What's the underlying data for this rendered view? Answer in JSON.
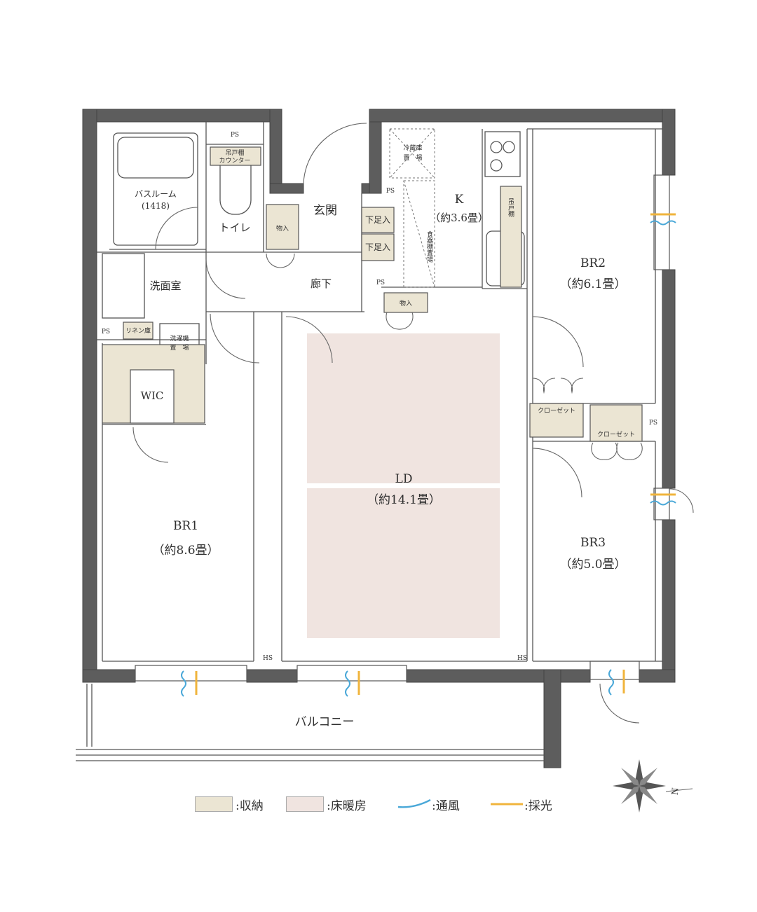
{
  "rooms": {
    "bathroom": "バスルーム",
    "bathroom_size": "(1418)",
    "toilet": "トイレ",
    "ps": "PS",
    "hanging_counter_1": "吊戸棚",
    "hanging_counter_2": "カウンター",
    "storage": "物入",
    "entrance": "玄関",
    "shoe_box": "下足入",
    "corridor": "廊下",
    "washroom": "洗面室",
    "linen": "リネン庫",
    "washer_1": "洗濯機",
    "washer_2": "置　場",
    "wic": "WIC",
    "fridge_1": "冷蔵庫",
    "fridge_2": "置　場",
    "dish_shelf": "食器棚置場",
    "hanging_shelf": "吊戸棚",
    "kitchen": "K",
    "kitchen_size": "（約3.6畳）",
    "br1": "BR1",
    "br1_size": "（約8.6畳）",
    "br2": "BR2",
    "br2_size": "（約6.1畳）",
    "br3": "BR3",
    "br3_size": "（約5.0畳）",
    "ld": "LD",
    "ld_size": "（約14.1畳）",
    "closet": "クローゼット",
    "hs": "HS",
    "balcony": "バルコニー"
  },
  "legend": {
    "storage": ":収納",
    "floor_heating": ":床暖房",
    "ventilation": ":通風",
    "daylight": ":採光"
  },
  "compass": {
    "north": "N"
  },
  "colors": {
    "wall": "#5d5d5d",
    "storage": "#ebe5d3",
    "floor_heating": "#f0e4e0",
    "ventilation": "#4aa8d8",
    "daylight": "#f0b43c"
  }
}
